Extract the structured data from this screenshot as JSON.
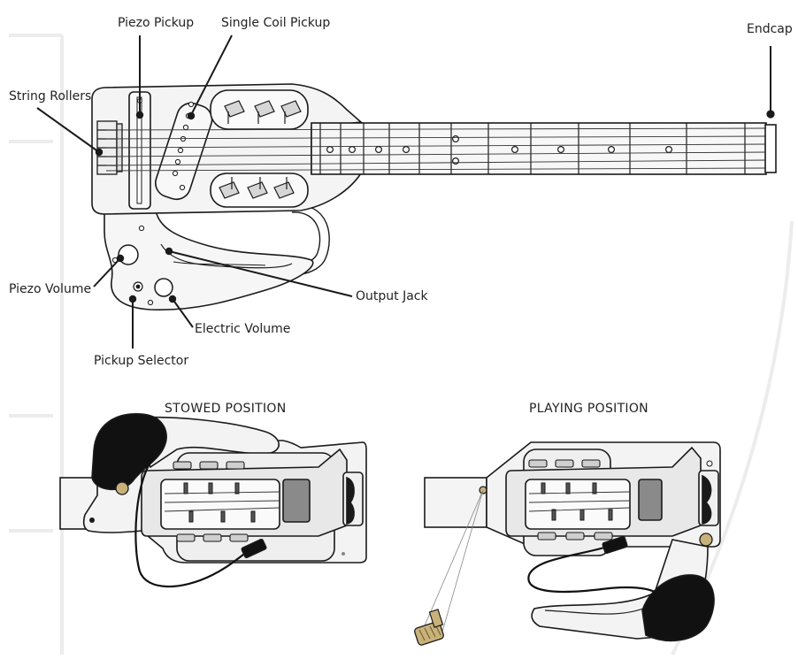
{
  "callouts": {
    "piezo_pickup": "Piezo Pickup",
    "single_coil_pickup": "Single Coil Pickup",
    "endcap": "Endcap",
    "string_rollers": "String Rollers",
    "piezo_volume": "Piezo Volume",
    "output_jack": "Output Jack",
    "electric_volume": "Electric Volume",
    "pickup_selector": "Pickup Selector"
  },
  "sections": {
    "stowed": "STOWED POSITION",
    "playing": "PLAYING POSITION"
  },
  "colors": {
    "line": "#1a1a1a",
    "body_fill": "#f2f2f2",
    "frame_fill": "#e6e6e6",
    "pad_black": "#111111",
    "gray_block": "#8a8a8a",
    "brass": "#c9b27a",
    "watermark": "#ececec"
  },
  "icons": {
    "leader_dot": "filled-circle",
    "tuning_knob": "knurled-knob"
  }
}
